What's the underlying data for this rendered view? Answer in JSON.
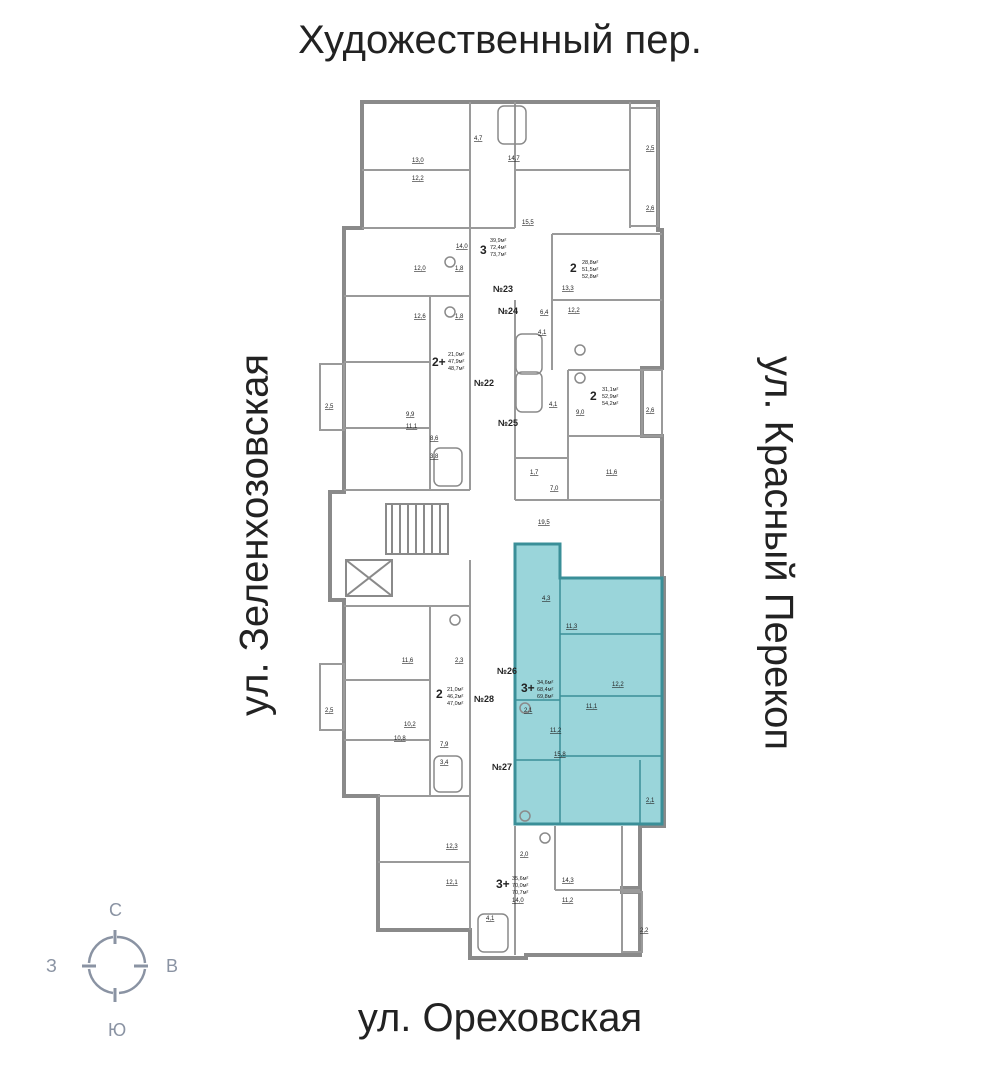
{
  "streets": {
    "top": "Художественный пер.",
    "bottom": "ул. Ореховская",
    "left": "ул. Зеленхозовская",
    "right": "ул. Красный Перекоп"
  },
  "colors": {
    "highlight_fill": "#8fd0d6",
    "highlight_stroke": "#3a8f98",
    "wall": "#8a8a8a",
    "text": "#222222",
    "compass": "#8a93a3"
  },
  "compass": {
    "north": "С",
    "south": "Ю",
    "west": "З",
    "east": "В"
  },
  "apartment_numbers": [
    "№23",
    "№24",
    "№22",
    "№25",
    "№26",
    "№28",
    "№27"
  ],
  "units": [
    {
      "rooms": "3",
      "areas": [
        "39,9м²",
        "72,4м²",
        "73,7м²"
      ]
    },
    {
      "rooms": "2",
      "areas": [
        "28,8м²",
        "51,5м²",
        "52,8м²"
      ]
    },
    {
      "rooms": "2+",
      "areas": [
        "21,0м²",
        "47,9м²",
        "48,7м²"
      ]
    },
    {
      "rooms": "2",
      "areas": [
        "31,1м²",
        "52,9м²",
        "54,2м²"
      ]
    },
    {
      "rooms": "3+",
      "areas": [
        "34,6м²",
        "68,4м²",
        "69,8м²"
      ]
    },
    {
      "rooms": "2",
      "areas": [
        "21,0м²",
        "46,2м²",
        "47,0м²"
      ]
    },
    {
      "rooms": "3+",
      "areas": [
        "35,6м²",
        "70,0м²",
        "70,7м²"
      ]
    }
  ],
  "room_areas": [
    "4,7",
    "2,5",
    "13,0",
    "14,7",
    "12,2",
    "2,6",
    "15,5",
    "14,0",
    "12,0",
    "1,8",
    "13,3",
    "12,6",
    "1,8",
    "6,4",
    "12,2",
    "4,1",
    "2,5",
    "9,9",
    "11,1",
    "8,6",
    "4,1",
    "9,0",
    "2,6",
    "3,8",
    "1,7",
    "7,0",
    "11,6",
    "19,5",
    "4,3",
    "11,3",
    "11,6",
    "2,3",
    "12,2",
    "2,1",
    "11,1",
    "11,2",
    "2,5",
    "10,2",
    "10,8",
    "7,9",
    "15,8",
    "3,4",
    "2,1",
    "12,3",
    "2,0",
    "14,3",
    "12,1",
    "14,0",
    "11,2",
    "4,1",
    "2,2"
  ]
}
